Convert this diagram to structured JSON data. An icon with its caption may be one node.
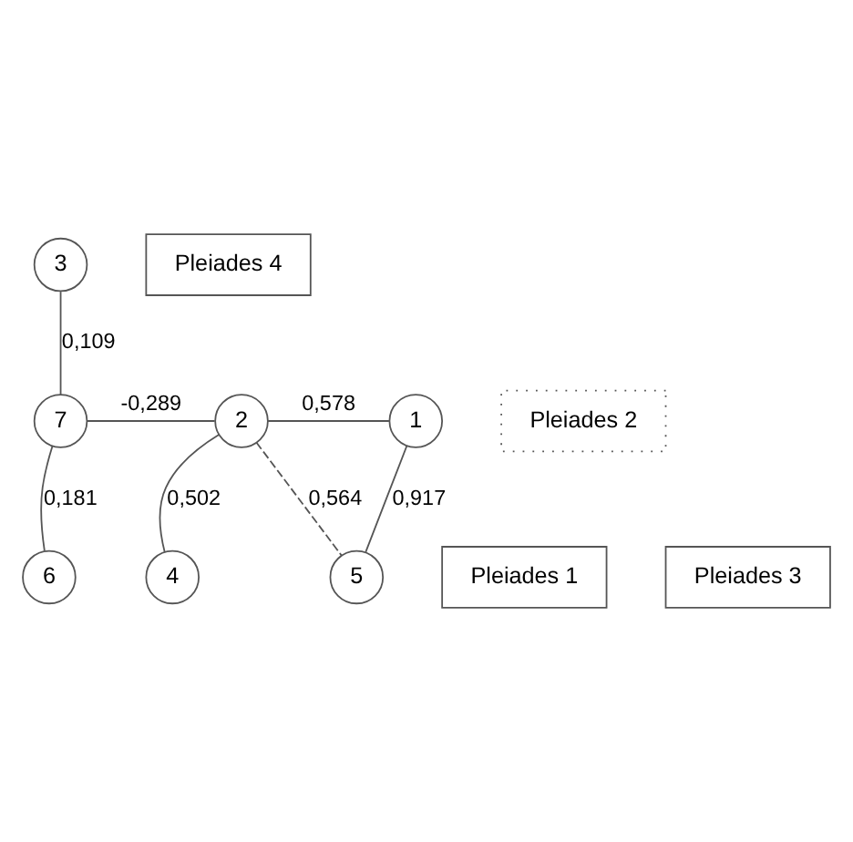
{
  "diagram": {
    "nodes": [
      {
        "text": [
          "3"
        ]
      },
      {
        "text": [
          "Pleiades 4"
        ]
      },
      {
        "text": [
          "Pleiades 2"
        ]
      },
      {
        "text": [
          "7"
        ]
      },
      {
        "text": [
          "2"
        ]
      },
      {
        "text": [
          "1"
        ]
      },
      {
        "text": [
          "5"
        ]
      },
      {
        "text": [
          "4"
        ]
      },
      {
        "text": [
          "Pleiades 1"
        ]
      },
      {
        "text": [
          "Pleiades 3"
        ]
      },
      {
        "text": [
          "6"
        ]
      }
    ],
    "edges": [
      {
        "from": 0,
        "to": 3,
        "arrow": "none",
        "label": "0,109"
      },
      {
        "from": 3,
        "to": 4,
        "arrow": "none",
        "label": "-0,289"
      },
      {
        "from": 4,
        "to": 5,
        "arrow": "none",
        "label": "0,578"
      },
      {
        "from": 4,
        "to": 6,
        "arrow": "none",
        "label": "0,564",
        "style": "dashed"
      },
      {
        "from": 5,
        "to": 6,
        "arrow": "none",
        "label": "0,917"
      },
      {
        "from": 4,
        "to": 7,
        "arrow": "none",
        "label": "0,502"
      },
      {
        "from": 3,
        "to": 10,
        "arrow": "none",
        "label": "0,181"
      }
    ]
  }
}
